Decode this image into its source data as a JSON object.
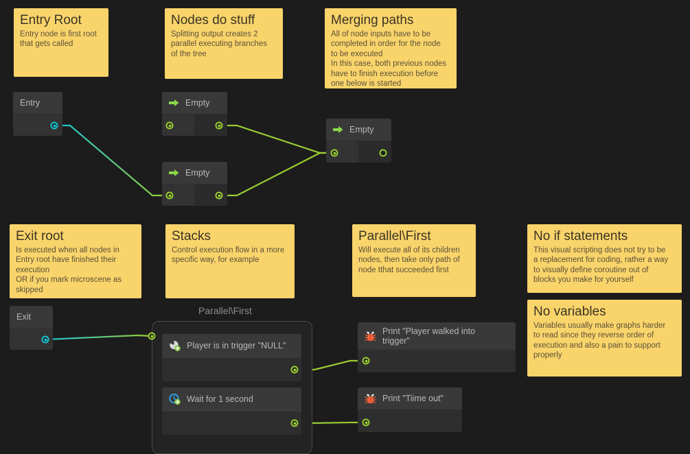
{
  "theme": {
    "background": "#1c1c1c",
    "note_color": "#f9d46b",
    "note_title_color": "#3b3424",
    "node_header": "#393939",
    "node_body": "#2b2b2b",
    "port_green": "#9acd32",
    "port_cyan": "#19c3d6",
    "wire_green": "#9acd32",
    "wire_cyan": "#19c3d6",
    "bug_icon_color": "#f4623a",
    "clock_icon_color": "#2c9ede"
  },
  "notes": [
    {
      "id": "entry-root",
      "title": "Entry Root",
      "body": "Entry node is first root\nthat gets called"
    },
    {
      "id": "nodes-do-stuff",
      "title": "Nodes do stuff",
      "body": "Splitting output creates 2\nparallel executing branches\nof the tree"
    },
    {
      "id": "merging-paths",
      "title": "Merging paths",
      "body": "All of node inputs have to be\ncompleted in order for the node\nto be executed\nIn this case, both previous nodes\nhave to finish execution before\none below is started"
    },
    {
      "id": "exit-root",
      "title": "Exit root",
      "body": "Is executed when all nodes in\nEntry root have finished their\nexecution\nOR if you mark microscene as\nskipped"
    },
    {
      "id": "stacks",
      "title": "Stacks",
      "body": "Control execution flow in a more\nspecific way, for example"
    },
    {
      "id": "parallel-first",
      "title": "Parallel\\First",
      "body": "Will execute all of its children\nnodes, then take only path of\nnode tthat succeeded first"
    },
    {
      "id": "no-if-statements",
      "title": "No if statements",
      "body": "This visual scripting does not try to be\na replacement for coding, rather a way\nto visually define coroutine out of\nblocks you make for yourself"
    },
    {
      "id": "no-variables",
      "title": "No variables",
      "body": "Variables usually make graphs harder\nto read since they reverse order of\nexecution and also a pain to support\nproperly"
    }
  ],
  "nodes": {
    "entry": {
      "title": "Entry",
      "icon": "none"
    },
    "empty_top": {
      "title": "Empty",
      "icon": "green-arrow-icon"
    },
    "empty_bottom": {
      "title": "Empty",
      "icon": "green-arrow-icon"
    },
    "empty_merge": {
      "title": "Empty",
      "icon": "green-arrow-icon"
    },
    "exit": {
      "title": "Exit",
      "icon": "none"
    },
    "player_trigger": {
      "title": "Player is in trigger \"NULL\"",
      "icon": "pie-add-icon"
    },
    "wait_second": {
      "title": "Wait for 1 second",
      "icon": "clock-add-icon"
    },
    "print_walked": {
      "title": "Print \"Player walked into\ntrigger\"",
      "icon": "bug-icon"
    },
    "print_timeout": {
      "title": "Print \"Tiime out\"",
      "icon": "bug-icon"
    }
  },
  "group": {
    "label": "Parallel\\First"
  }
}
